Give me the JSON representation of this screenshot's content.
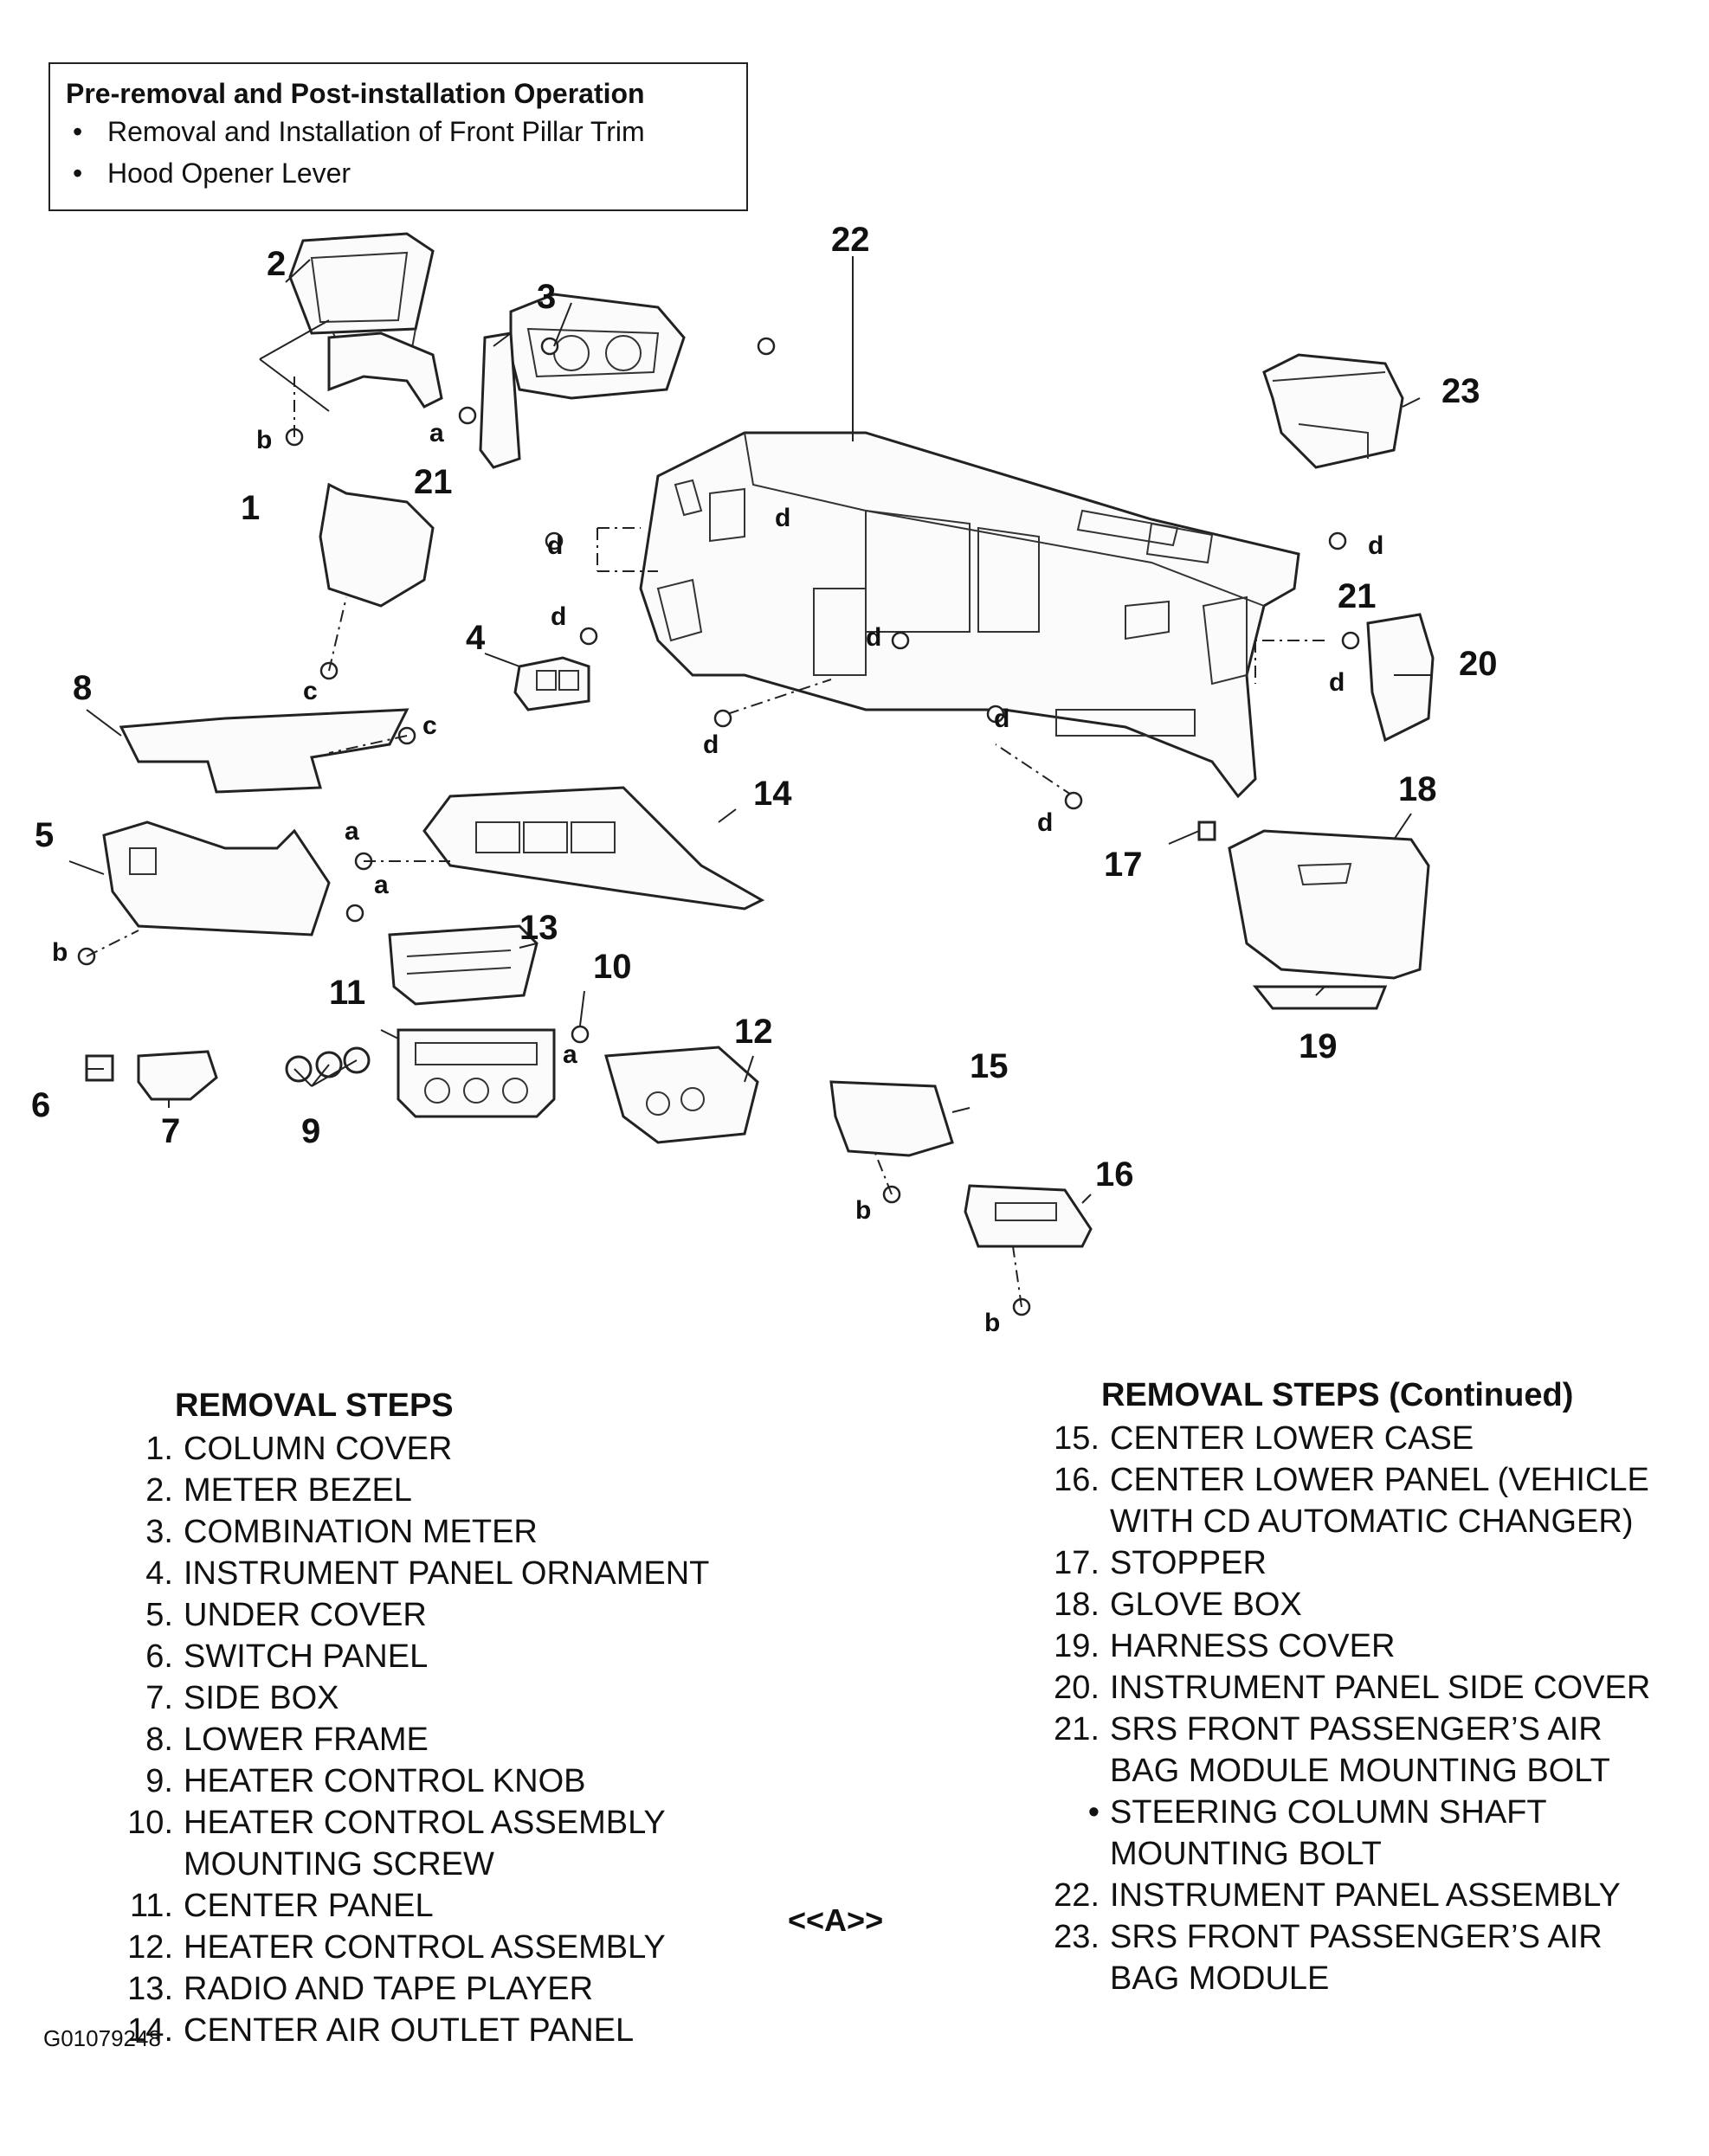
{
  "pre_box": {
    "title": "Pre-removal and Post-installation Operation",
    "items": [
      "Removal and Installation of Front Pillar Trim",
      "Hood Opener Lever"
    ]
  },
  "callouts": {
    "n1": "1",
    "n2": "2",
    "n3": "3",
    "n4": "4",
    "n5": "5",
    "n6": "6",
    "n7": "7",
    "n8": "8",
    "n9": "9",
    "n10": "10",
    "n11": "11",
    "n12": "12",
    "n13": "13",
    "n14": "14",
    "n15": "15",
    "n16": "16",
    "n17": "17",
    "n18": "18",
    "n19": "19",
    "n20": "20",
    "n21": "21",
    "n22": "22",
    "n23": "23"
  },
  "fastener_letters": {
    "a": "a",
    "b": "b",
    "c": "c",
    "d": "d"
  },
  "removal_steps": {
    "heading": "REMOVAL STEPS",
    "items": [
      {
        "num": "1.",
        "text": "COLUMN COVER"
      },
      {
        "num": "2.",
        "text": "METER BEZEL"
      },
      {
        "num": "3.",
        "text": "COMBINATION METER"
      },
      {
        "num": "4.",
        "text": "INSTRUMENT PANEL ORNAMENT"
      },
      {
        "num": "5.",
        "text": "UNDER COVER"
      },
      {
        "num": "6.",
        "text": "SWITCH PANEL"
      },
      {
        "num": "7.",
        "text": "SIDE BOX"
      },
      {
        "num": "8.",
        "text": "LOWER FRAME"
      },
      {
        "num": "9.",
        "text": "HEATER CONTROL KNOB"
      },
      {
        "num": "10.",
        "text": "HEATER CONTROL ASSEMBLY",
        "cont": "MOUNTING SCREW"
      },
      {
        "num": "11.",
        "text": "CENTER PANEL"
      },
      {
        "num": "12.",
        "text": "HEATER CONTROL ASSEMBLY"
      },
      {
        "num": "13.",
        "text": "RADIO AND TAPE PLAYER"
      },
      {
        "num": "14.",
        "text": "CENTER AIR OUTLET PANEL"
      }
    ]
  },
  "removal_steps_continued": {
    "heading": "REMOVAL STEPS (Continued)",
    "items": [
      {
        "num": "15.",
        "text": "CENTER LOWER CASE"
      },
      {
        "num": "16.",
        "text": "CENTER LOWER PANEL (VEHICLE",
        "cont": "WITH CD AUTOMATIC CHANGER)"
      },
      {
        "num": "17.",
        "text": "STOPPER"
      },
      {
        "num": "18.",
        "text": "GLOVE BOX"
      },
      {
        "num": "19.",
        "text": "HARNESS COVER"
      },
      {
        "num": "20.",
        "text": "INSTRUMENT PANEL SIDE COVER"
      },
      {
        "num": "21.",
        "text": "SRS FRONT PASSENGER’S AIR",
        "cont": "BAG MODULE MOUNTING BOLT"
      },
      {
        "num": "•",
        "text": "STEERING COLUMN SHAFT",
        "cont": "MOUNTING BOLT"
      },
      {
        "num": "22.",
        "text": "INSTRUMENT PANEL ASSEMBLY"
      },
      {
        "num": "23.",
        "text": "SRS FRONT PASSENGER’S AIR",
        "cont": "BAG MODULE"
      }
    ]
  },
  "step_reference": "<<A>>",
  "figure_id": "G01079248"
}
